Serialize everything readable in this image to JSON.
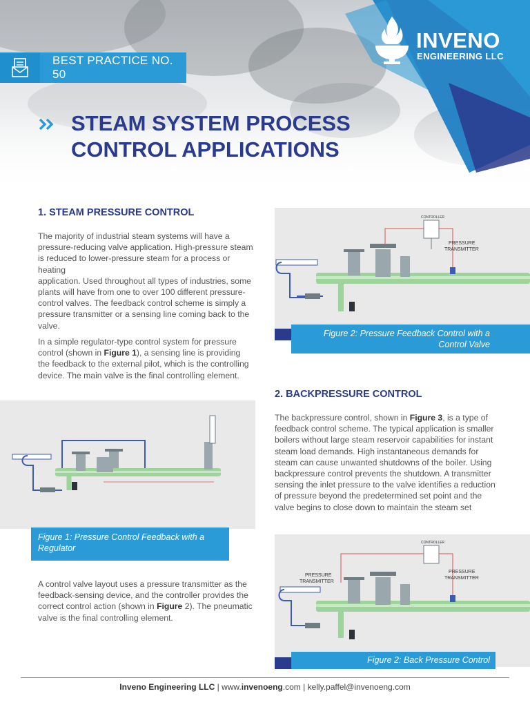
{
  "badge": {
    "label": "BEST PRACTICE NO. 50",
    "icon": "document-mail-icon"
  },
  "logo": {
    "name": "INVENO",
    "sub": "ENGINEERING LLC",
    "icon": "flame-bowl-icon"
  },
  "title": {
    "line1": "STEAM SYSTEM PROCESS",
    "line2": "CONTROL APPLICATIONS"
  },
  "section1": {
    "heading": "1. STEAM PRESSURE CONTROL",
    "para1": [
      "The majority of industrial steam systems will have a",
      "pressure-reducing valve application. High-pressure steam",
      "is reduced to lower-pressure steam for a process or heating",
      "application. Used throughout all types of industries, some",
      "plants will have from one to over 100 different pressure-",
      "control valves. The feedback control scheme is simply a",
      "pressure transmitter or a sensing line coming back to the",
      "valve."
    ],
    "para2_l1": "In a simple regulator-type control system for pressure",
    "para2_l2a": "control (shown in ",
    "para2_l2b": "Figure 1",
    "para2_l2c": "), a sensing line is providing",
    "para2_l3": "the feedback to the external pilot, which is the controlling",
    "para2_l4": "device. The main valve is the final controlling element.",
    "para3_l1": "A control valve layout uses a pressure transmitter as the",
    "para3_l2": "feedback-sensing device, and the controller provides the",
    "para3_l3a": "correct control action (shown in ",
    "para3_l3b": "Figure",
    "para3_l3c": " 2). The pneumatic",
    "para3_l4": "valve is the final controlling element."
  },
  "section2": {
    "heading": "2. BACKPRESSURE CONTROL",
    "l1a": "The backpressure control, shown in ",
    "l1b": "Figure 3",
    "l1c": ", is a type of",
    "lines": [
      "feedback control scheme. The typical application is smaller",
      "boilers without large steam reservoir capabilities for instant",
      "steam load demands. High instantaneous demands for",
      "steam can cause unwanted shutdowns of the boiler. Using",
      "backpressure control prevents the shutdown. A transmitter",
      "sensing the inlet pressure to the valve identifies a reduction",
      "of pressure beyond the predetermined set point and the",
      "valve begins to close down to maintain the steam set"
    ]
  },
  "figures": {
    "fig2": {
      "caption_l1": "Figure 2: Pressure Feedback Control with a",
      "caption_l2": "Control Valve",
      "controller": "CONTROLLER",
      "pt1": "PRESSURE",
      "pt2": "TRANSMITTER"
    },
    "fig1": {
      "caption_l1": "Figure 1: Pressure Control Feedback with a",
      "caption_l2": "Regulator"
    },
    "fig3": {
      "caption": "Figure 2: Back Pressure Control",
      "controller": "CONTROLLER",
      "pt1": "PRESSURE",
      "pt2": "TRANSMITTER",
      "ptl1": "PRESSURE",
      "ptl2": "TRANSMITTER"
    }
  },
  "footer": {
    "company": "Inveno Engineering LLC",
    "sep": " | ",
    "web_a": "www.",
    "web_b": "invenoeng",
    "web_c": ".com",
    "email": "kelly.paffel@invenoeng.com"
  },
  "colors": {
    "navy": "#2a3a8c",
    "blue": "#2a9bd6",
    "dark_blue": "#1f8fce"
  }
}
